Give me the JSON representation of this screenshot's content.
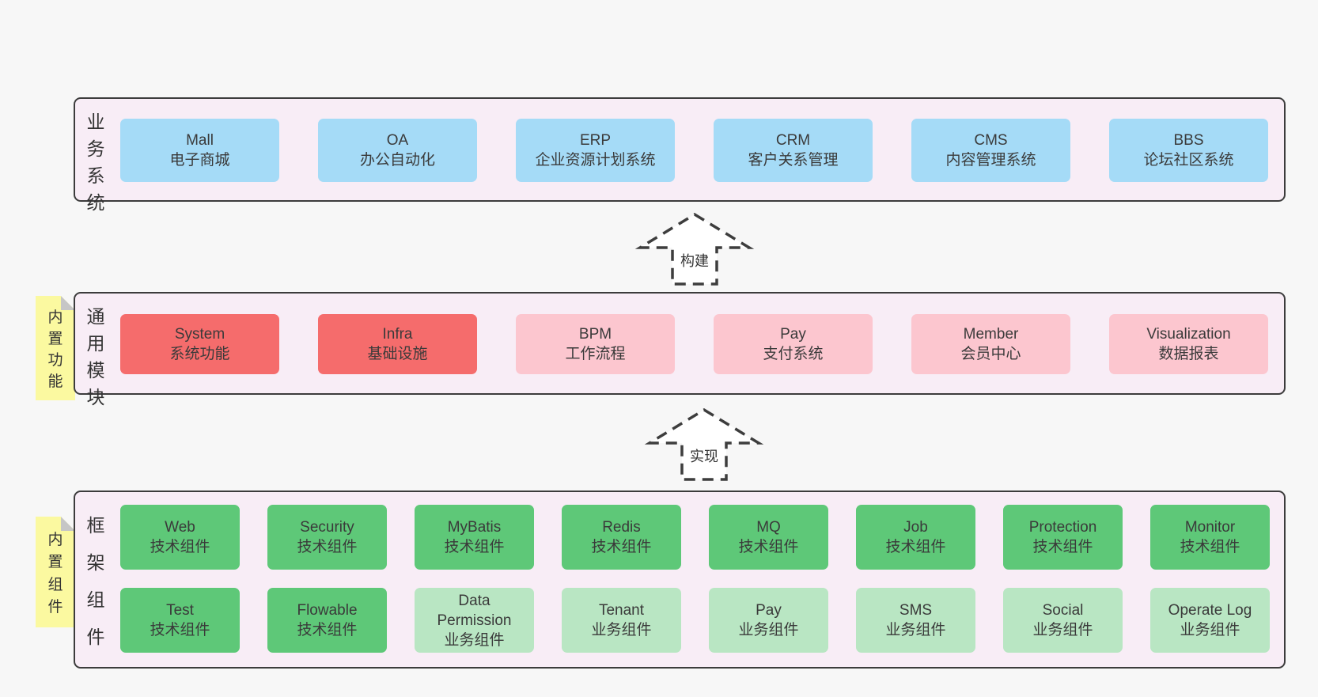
{
  "page": {
    "background": "#f7f7f7"
  },
  "palette": {
    "panel_bg": "#f8edf6",
    "panel_border": "#3c3c3c",
    "blue_box": "#a5dbf7",
    "red_box": "#f56c6c",
    "pink_box": "#fcc6cf",
    "green_box": "#5ec878",
    "light_green_box": "#b9e6c3",
    "sticky_yellow": "#fbf9a0",
    "arrow_stroke": "#3d3d3d"
  },
  "arrows": {
    "build": {
      "label": "构建"
    },
    "implement": {
      "label": "实现"
    }
  },
  "sections": {
    "business": {
      "label": "业务系统",
      "boxes": [
        {
          "name": "Mall",
          "desc": "电子商城"
        },
        {
          "name": "OA",
          "desc": "办公自动化"
        },
        {
          "name": "ERP",
          "desc": "企业资源计划系统"
        },
        {
          "name": "CRM",
          "desc": "客户关系管理"
        },
        {
          "name": "CMS",
          "desc": "内容管理系统"
        },
        {
          "name": "BBS",
          "desc": "论坛社区系统"
        }
      ]
    },
    "modules": {
      "label": "通用模块",
      "sticky": "内置功能",
      "boxes": [
        {
          "name": "System",
          "desc": "系统功能"
        },
        {
          "name": "Infra",
          "desc": "基础设施"
        },
        {
          "name": "BPM",
          "desc": "工作流程"
        },
        {
          "name": "Pay",
          "desc": "支付系统"
        },
        {
          "name": "Member",
          "desc": "会员中心"
        },
        {
          "name": "Visualization",
          "desc": "数据报表"
        }
      ]
    },
    "components": {
      "label": "框架组件",
      "sticky": "内置组件",
      "rows": [
        [
          {
            "name": "Web",
            "desc": "技术组件"
          },
          {
            "name": "Security",
            "desc": "技术组件"
          },
          {
            "name": "MyBatis",
            "desc": "技术组件"
          },
          {
            "name": "Redis",
            "desc": "技术组件"
          },
          {
            "name": "MQ",
            "desc": "技术组件"
          },
          {
            "name": "Job",
            "desc": "技术组件"
          },
          {
            "name": "Protection",
            "desc": "技术组件"
          },
          {
            "name": "Monitor",
            "desc": "技术组件"
          }
        ],
        [
          {
            "name": "Test",
            "desc": "技术组件"
          },
          {
            "name": "Flowable",
            "desc": "技术组件"
          },
          {
            "name": "Data Permission",
            "desc": "业务组件"
          },
          {
            "name": "Tenant",
            "desc": "业务组件"
          },
          {
            "name": "Pay",
            "desc": "业务组件"
          },
          {
            "name": "SMS",
            "desc": "业务组件"
          },
          {
            "name": "Social",
            "desc": "业务组件"
          },
          {
            "name": "Operate Log",
            "desc": "业务组件"
          }
        ]
      ]
    }
  }
}
